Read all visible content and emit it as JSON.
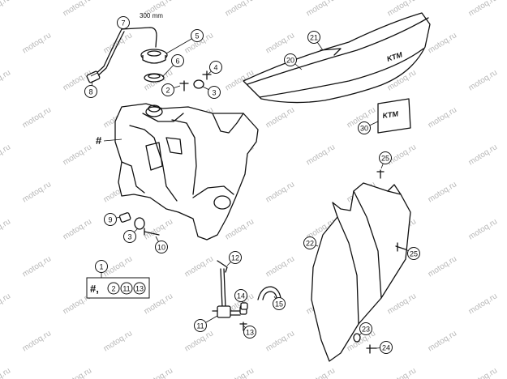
{
  "watermark": {
    "text": "motoq.ru"
  },
  "annotations": {
    "hose_length": "300 mm",
    "tank_marker": "#",
    "seat_logo": "KTM",
    "sticker_logo": "KTM"
  },
  "callouts": [
    {
      "id": "c7",
      "label": "7"
    },
    {
      "id": "c5",
      "label": "5"
    },
    {
      "id": "c6",
      "label": "6"
    },
    {
      "id": "c4",
      "label": "4"
    },
    {
      "id": "c8",
      "label": "8"
    },
    {
      "id": "c2",
      "label": "2"
    },
    {
      "id": "c3a",
      "label": "3"
    },
    {
      "id": "c21",
      "label": "21"
    },
    {
      "id": "c20",
      "label": "20"
    },
    {
      "id": "c30",
      "label": "30"
    },
    {
      "id": "c25a",
      "label": "25"
    },
    {
      "id": "c9",
      "label": "9"
    },
    {
      "id": "c3b",
      "label": "3"
    },
    {
      "id": "c10",
      "label": "10"
    },
    {
      "id": "c1",
      "label": "1"
    },
    {
      "id": "c12",
      "label": "12"
    },
    {
      "id": "c14",
      "label": "14"
    },
    {
      "id": "c15",
      "label": "15"
    },
    {
      "id": "c11",
      "label": "11"
    },
    {
      "id": "c13",
      "label": "13"
    },
    {
      "id": "c22",
      "label": "22"
    },
    {
      "id": "c25b",
      "label": "25"
    },
    {
      "id": "c23",
      "label": "23"
    },
    {
      "id": "c24",
      "label": "24"
    }
  ],
  "kit": {
    "prefix": "#,",
    "items": [
      {
        "label": "2"
      },
      {
        "label": "11"
      },
      {
        "label": "13"
      }
    ]
  }
}
